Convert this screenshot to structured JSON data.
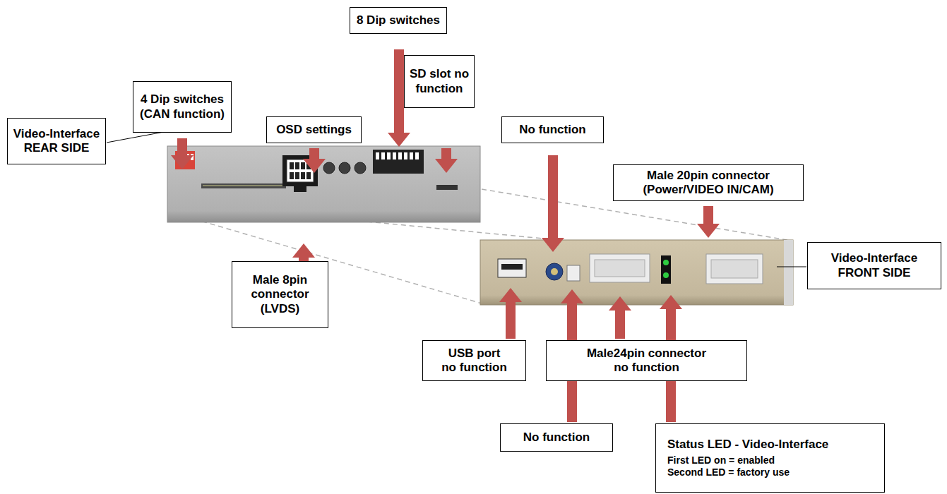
{
  "diagram": {
    "nodes": [
      {
        "text": [
          "8 Dip switches"
        ]
      },
      {
        "text": [
          "SD slot no function"
        ]
      },
      {
        "text": [
          "4 Dip switches (CAN function)"
        ]
      },
      {
        "text": [
          "OSD settings"
        ]
      },
      {
        "text": [
          "No function"
        ]
      },
      {
        "text": [
          "Video-Interface REAR SIDE"
        ]
      },
      {
        "text": [
          "Male 20pin connector (Power/VIDEO IN/CAM)"
        ]
      },
      {
        "text": [
          "Video-Interface FRONT SIDE"
        ]
      },
      {
        "text": [
          "Male 8pin connector (LVDS)"
        ]
      },
      {
        "text": [
          "USB port no function"
        ]
      },
      {
        "text": [
          "Male24pin connector no function"
        ]
      },
      {
        "text": [
          "No function"
        ]
      },
      {
        "text": [
          "Status LED - Video-Interface",
          "First LED on = enabled",
          "Second LED = factory use"
        ]
      }
    ]
  }
}
